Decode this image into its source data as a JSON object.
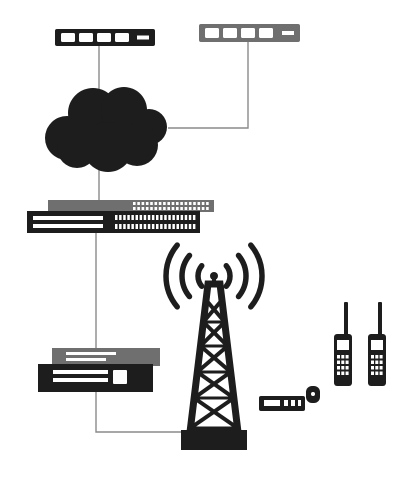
{
  "diagram": {
    "nodes": [
      {
        "id": "switch-left",
        "kind": "network-switch",
        "icon": "switch-icon"
      },
      {
        "id": "switch-right",
        "kind": "network-switch",
        "icon": "switch-icon"
      },
      {
        "id": "cloud",
        "kind": "network-cloud",
        "icon": "cloud-icon"
      },
      {
        "id": "rack-router",
        "kind": "rack-equipment",
        "icon": "rack-router-icon"
      },
      {
        "id": "dispatch-console",
        "kind": "rack-equipment",
        "icon": "console-icon"
      },
      {
        "id": "radio-tower",
        "kind": "transmission-tower",
        "icon": "radio-tower-icon"
      },
      {
        "id": "mobile-radio",
        "kind": "vehicle-radio",
        "icon": "mobile-radio-icon"
      },
      {
        "id": "handheld-radio-1",
        "kind": "portable-radio",
        "icon": "walkie-talkie-icon"
      },
      {
        "id": "handheld-radio-2",
        "kind": "portable-radio",
        "icon": "walkie-talkie-icon"
      }
    ],
    "links": [
      {
        "from": "switch-left",
        "to": "cloud"
      },
      {
        "from": "switch-right",
        "to": "cloud"
      },
      {
        "from": "cloud",
        "to": "rack-router"
      },
      {
        "from": "rack-router",
        "to": "dispatch-console"
      },
      {
        "from": "dispatch-console",
        "to": "radio-tower"
      }
    ],
    "colors": {
      "ink": "#1d1d1d",
      "grey": "#6f6f6f",
      "line": "#8a8a8a",
      "white": "#ffffff"
    }
  }
}
